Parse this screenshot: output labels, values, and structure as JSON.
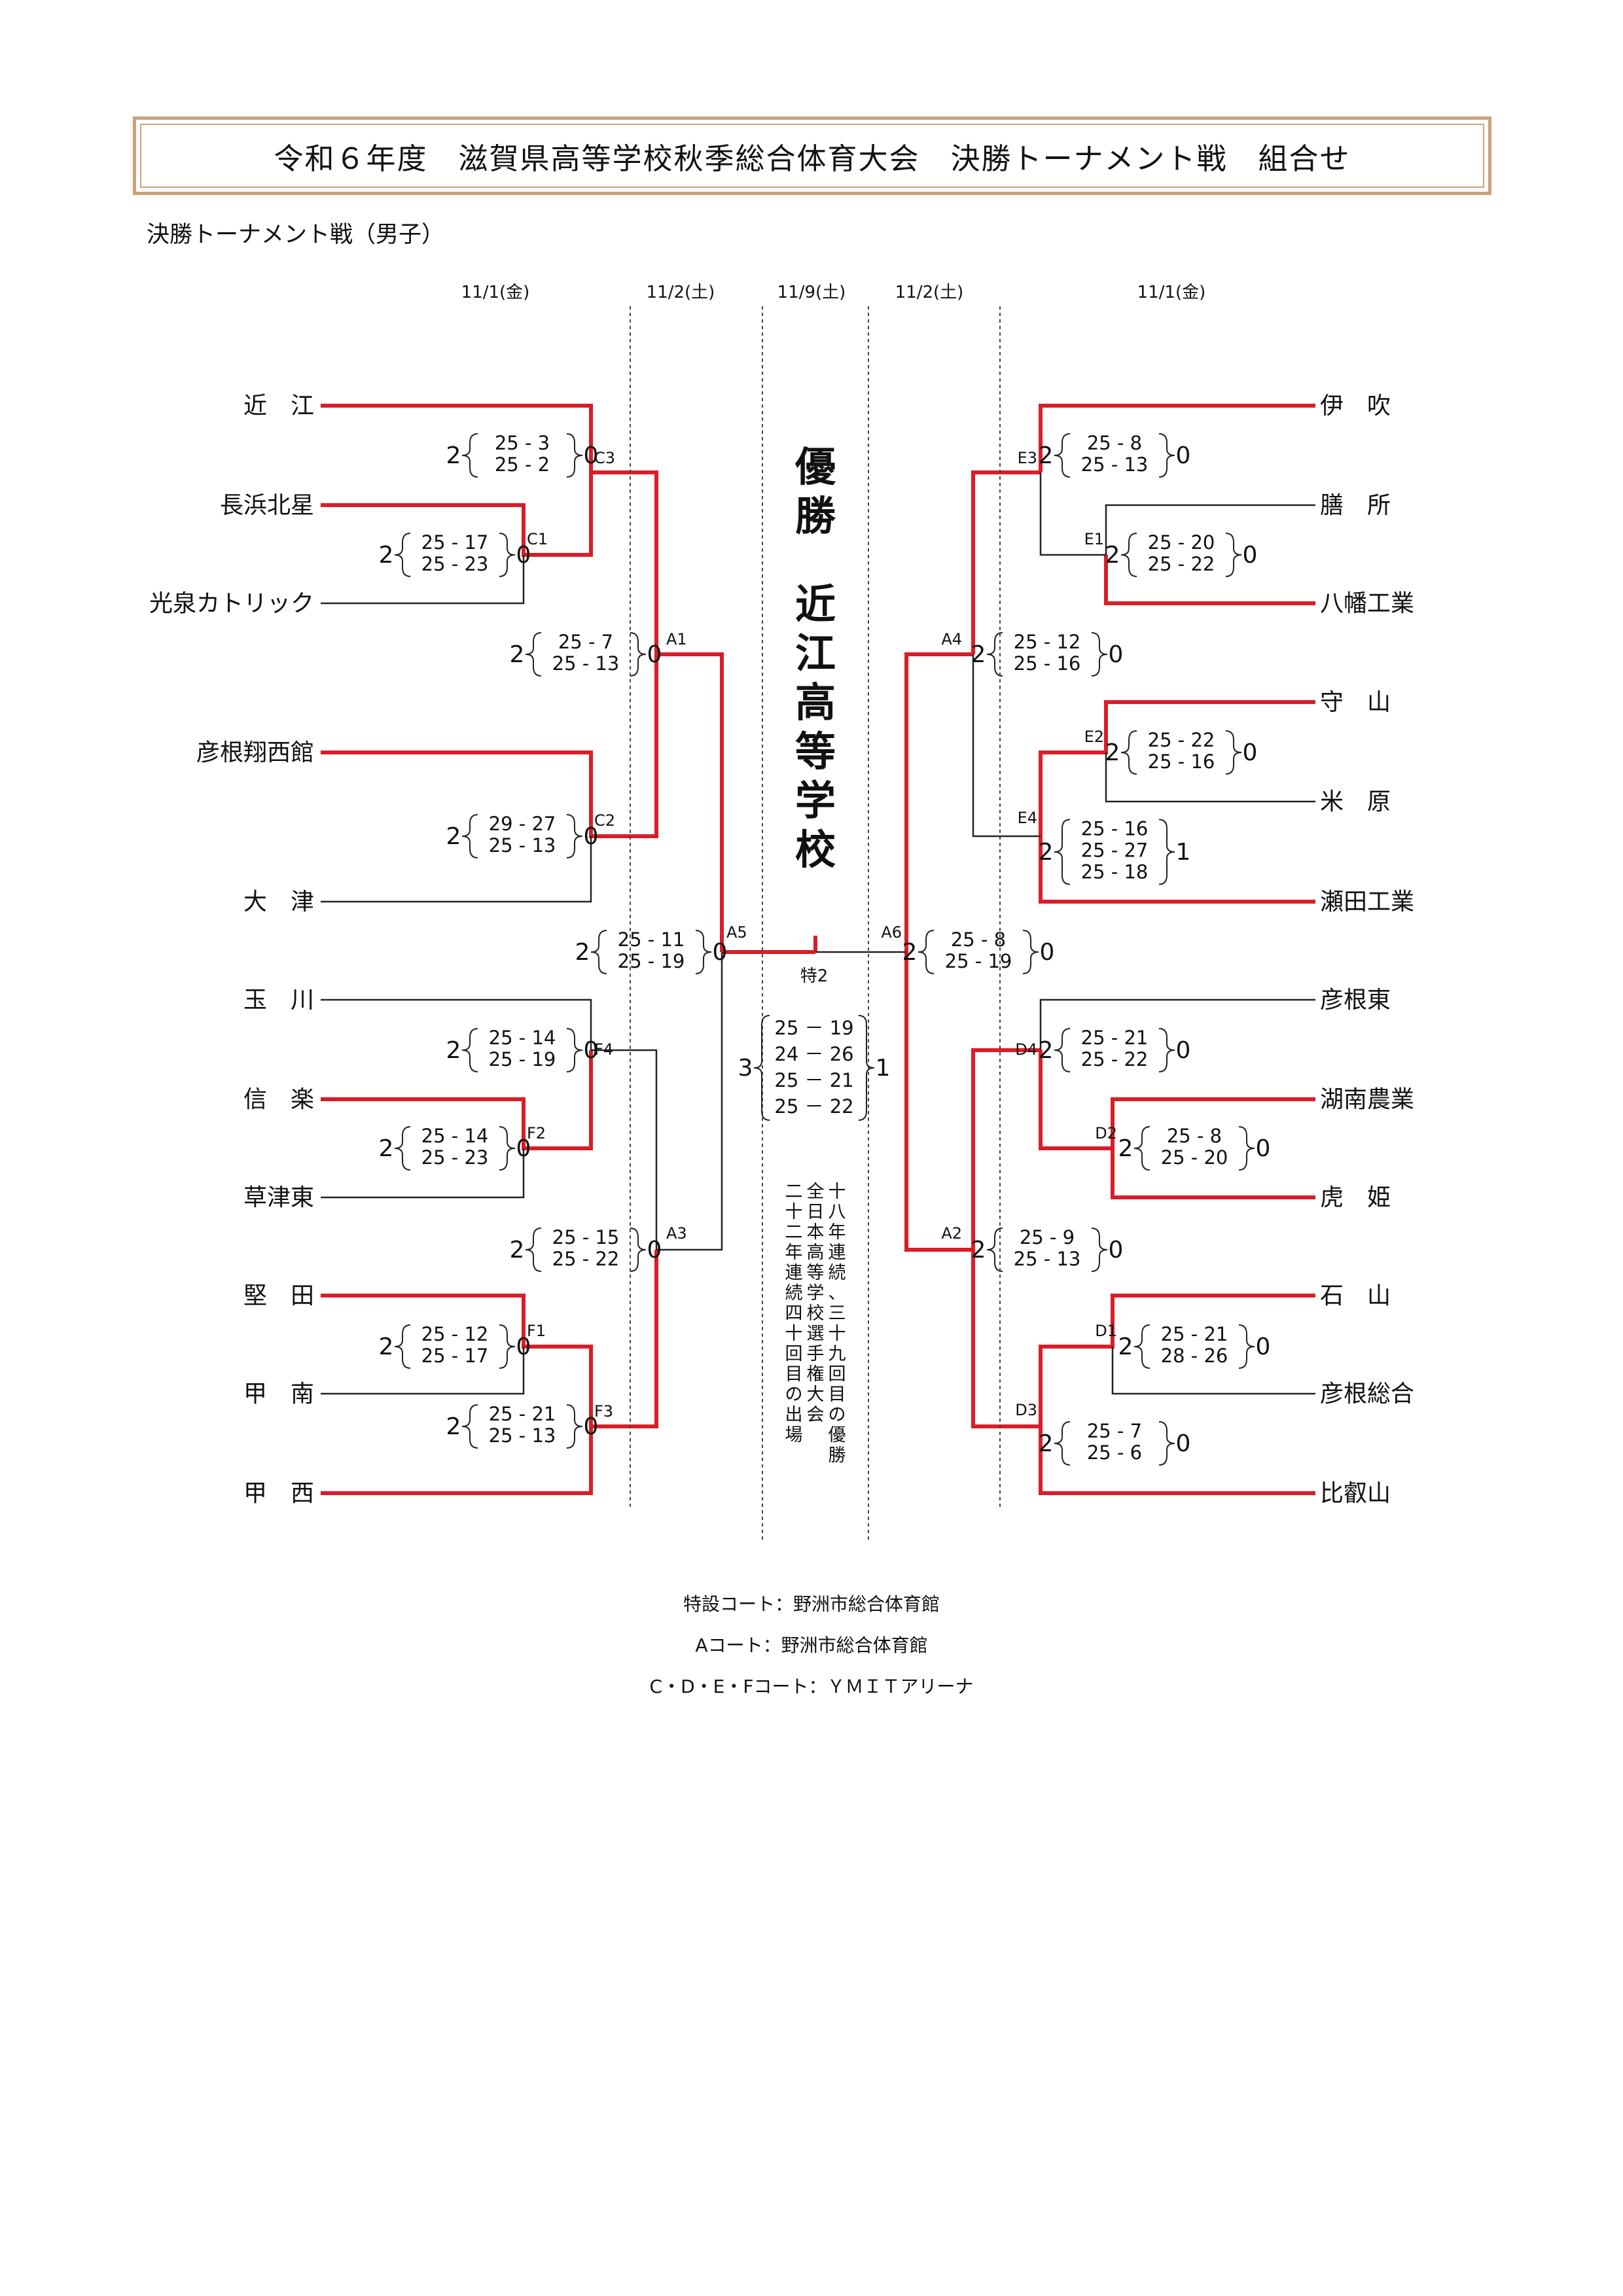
{
  "title": "令和６年度　滋賀県高等学校秋季総合体育大会　決勝トーナメント戦　組合せ",
  "subtitle": "決勝トーナメント戦（男子）",
  "dates": [
    "11/1(金)",
    "11/2(土)",
    "11/9(土)",
    "11/2(土)",
    "11/1(金)"
  ],
  "champion": {
    "label": "優勝",
    "school": "近江高等学校"
  },
  "champion_note": [
    "十八年連続、三十九回目の優勝",
    "全日本高等学校選手権大会",
    "二十二年連続四十回目の出場"
  ],
  "colors": {
    "winner_line": "#d81e28",
    "line": "#222222",
    "title_border": "#c9a27a"
  },
  "teams_left": [
    "近　江",
    "長浜北星",
    "光泉カトリック",
    "彦根翔西館",
    "大　津",
    "玉　川",
    "信　楽",
    "草津東",
    "堅　田",
    "甲　南",
    "甲　西"
  ],
  "teams_right": [
    "伊　吹",
    "膳　所",
    "八幡工業",
    "守　山",
    "米　原",
    "瀬田工業",
    "彦根東",
    "湖南農業",
    "虎　姫",
    "石　山",
    "彦根総合",
    "比叡山"
  ],
  "matches": {
    "C1": {
      "code": "C1",
      "w": "2",
      "l": "0",
      "sets": [
        "25 - 17",
        "25 - 23"
      ]
    },
    "C3": {
      "code": "C3",
      "w": "2",
      "l": "0",
      "sets": [
        "25 - 3",
        "25 - 2"
      ]
    },
    "C2": {
      "code": "C2",
      "w": "2",
      "l": "0",
      "sets": [
        "29 - 27",
        "25 - 13"
      ]
    },
    "A1": {
      "code": "A1",
      "w": "2",
      "l": "0",
      "sets": [
        "25 - 7",
        "25 - 13"
      ]
    },
    "F2": {
      "code": "F2",
      "w": "2",
      "l": "0",
      "sets": [
        "25 - 14",
        "25 - 23"
      ]
    },
    "F4": {
      "code": "F4",
      "w": "2",
      "l": "0",
      "sets": [
        "25 - 14",
        "25 - 19"
      ]
    },
    "F1": {
      "code": "F1",
      "w": "2",
      "l": "0",
      "sets": [
        "25 - 12",
        "25 - 17"
      ]
    },
    "F3": {
      "code": "F3",
      "w": "2",
      "l": "0",
      "sets": [
        "25 - 21",
        "25 - 13"
      ]
    },
    "A3": {
      "code": "A3",
      "w": "2",
      "l": "0",
      "sets": [
        "25 - 15",
        "25 - 22"
      ]
    },
    "A5": {
      "code": "A5",
      "w": "2",
      "l": "0",
      "sets": [
        "25 - 11",
        "25 - 19"
      ]
    },
    "E1": {
      "code": "E1",
      "w": "2",
      "l": "0",
      "sets": [
        "25 - 20",
        "25 - 22"
      ]
    },
    "E3": {
      "code": "E3",
      "w": "2",
      "l": "0",
      "sets": [
        "25 - 8",
        "25 - 13"
      ]
    },
    "E2": {
      "code": "E2",
      "w": "2",
      "l": "0",
      "sets": [
        "25 - 22",
        "25 - 16"
      ]
    },
    "E4": {
      "code": "E4",
      "w": "2",
      "l": "1",
      "sets": [
        "25 - 16",
        "25 - 27",
        "25 - 18"
      ]
    },
    "A4": {
      "code": "A4",
      "w": "2",
      "l": "0",
      "sets": [
        "25 - 12",
        "25 - 16"
      ]
    },
    "D2": {
      "code": "D2",
      "w": "2",
      "l": "0",
      "sets": [
        "25 - 8",
        "25 - 20"
      ]
    },
    "D4": {
      "code": "D4",
      "w": "2",
      "l": "0",
      "sets": [
        "25 - 21",
        "25 - 22"
      ]
    },
    "D1": {
      "code": "D1",
      "w": "2",
      "l": "0",
      "sets": [
        "25 - 21",
        "28 - 26"
      ]
    },
    "D3": {
      "code": "D3",
      "w": "2",
      "l": "0",
      "sets": [
        "25 - 7",
        "25 - 6"
      ]
    },
    "A2": {
      "code": "A2",
      "w": "2",
      "l": "0",
      "sets": [
        "25 - 9",
        "25 - 13"
      ]
    },
    "A6": {
      "code": "A6",
      "w": "2",
      "l": "0",
      "sets": [
        "25 - 8",
        "25 - 19"
      ]
    },
    "final": {
      "code": "特2",
      "w": "3",
      "l": "1",
      "sets": [
        "25 － 19",
        "24 － 26",
        "25 － 21",
        "25 － 22"
      ]
    }
  },
  "notes": [
    "特設コート：野洲市総合体育館",
    "Aコート：野洲市総合体育館",
    "C・D・E・Fコート：ＹＭＩＴアリーナ"
  ]
}
